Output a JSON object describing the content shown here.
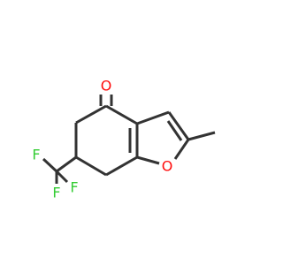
{
  "molecule": {
    "atoms": [
      {
        "label": "O",
        "color": "#ff0d0d"
      },
      {
        "label": "O",
        "color": "#ff0d0d"
      },
      {
        "label": "F",
        "color": "#33cc33"
      },
      {
        "label": "F",
        "color": "#33cc33"
      },
      {
        "label": "F",
        "color": "#33cc33"
      }
    ]
  }
}
